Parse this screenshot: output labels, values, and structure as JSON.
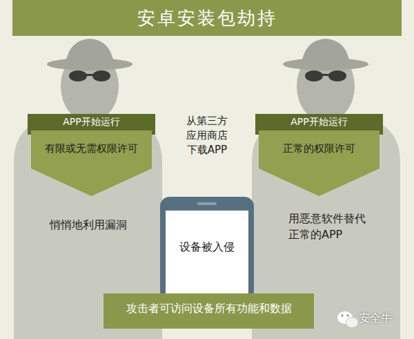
{
  "diagram": {
    "title": "安卓安装包劫持",
    "nodes": [
      {
        "text": [
          "悄悄地利用漏洞"
        ]
      },
      {
        "text": [
          "APP开始运行"
        ],
        "in": 0
      },
      {
        "text": [
          "有限或无需权限许可"
        ],
        "in": 0
      },
      {
        "text": [
          "用恶意软件替代 正常的APP"
        ]
      },
      {
        "text": [
          "APP开始运行"
        ],
        "in": 3
      },
      {
        "text": [
          "正常的权限许可"
        ],
        "in": 3
      },
      {
        "text": [
          "设备被入侵"
        ]
      },
      {
        "text": [
          "攻击者可访问设备所有功能和数据"
        ]
      }
    ],
    "labels": [
      "从第三方 应用商店 下载APP",
      "安全牛"
    ]
  }
}
